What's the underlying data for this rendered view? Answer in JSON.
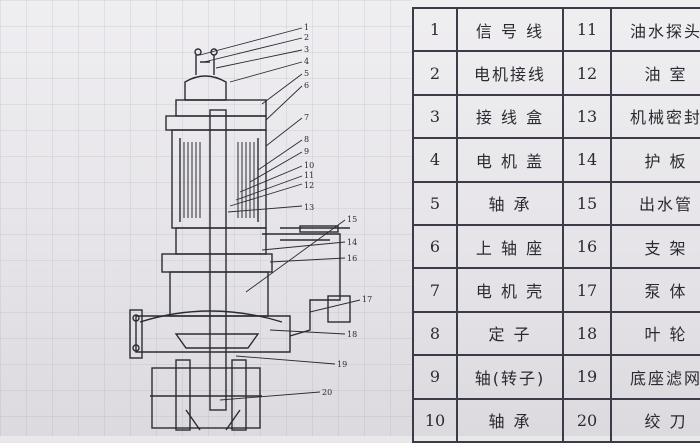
{
  "parts_left": [
    {
      "no": "1",
      "name": "信 号 线"
    },
    {
      "no": "2",
      "name": "电机接线"
    },
    {
      "no": "3",
      "name": "接 线 盒"
    },
    {
      "no": "4",
      "name": "电 机 盖"
    },
    {
      "no": "5",
      "name": "轴    承"
    },
    {
      "no": "6",
      "name": "上 轴 座"
    },
    {
      "no": "7",
      "name": "电 机 壳"
    },
    {
      "no": "8",
      "name": "定    子"
    },
    {
      "no": "9",
      "name": "轴(转子)"
    },
    {
      "no": "10",
      "name": "轴    承"
    }
  ],
  "parts_right": [
    {
      "no": "11",
      "name": "油水探头"
    },
    {
      "no": "12",
      "name": "油    室"
    },
    {
      "no": "13",
      "name": "机械密封"
    },
    {
      "no": "14",
      "name": "护    板"
    },
    {
      "no": "15",
      "name": "出水管"
    },
    {
      "no": "16",
      "name": "支    架"
    },
    {
      "no": "17",
      "name": "泵    体"
    },
    {
      "no": "18",
      "name": "叶    轮"
    },
    {
      "no": "19",
      "name": "底座滤网"
    },
    {
      "no": "20",
      "name": "绞    刀"
    }
  ],
  "callouts": [
    "1",
    "2",
    "3",
    "4",
    "5",
    "6",
    "7",
    "8",
    "9",
    "10",
    "11",
    "12",
    "13",
    "14",
    "15",
    "16",
    "17",
    "18",
    "19",
    "20"
  ],
  "colors": {
    "ink": "#2b2b33",
    "paper": "#e9e7ea"
  }
}
